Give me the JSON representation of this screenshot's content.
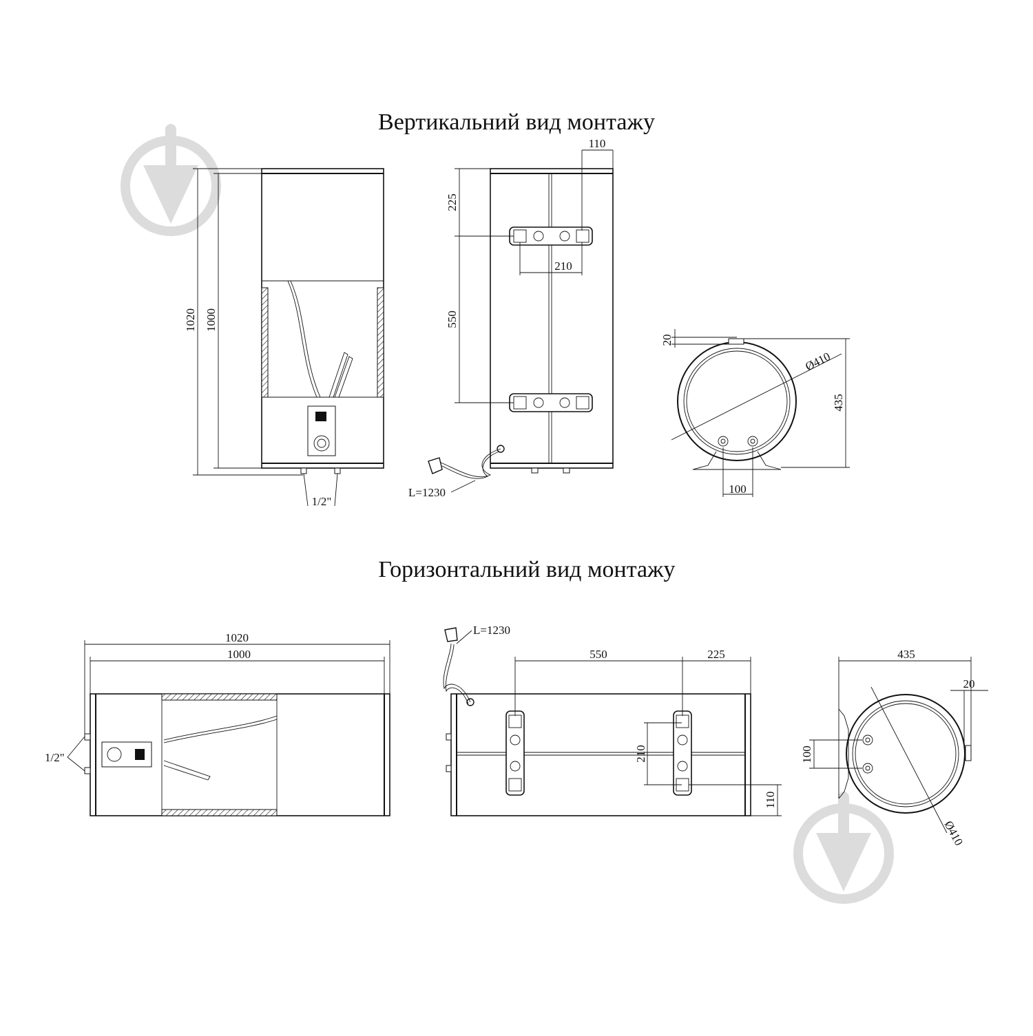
{
  "titles": {
    "vertical": "Вертикальний вид монтажу",
    "horizontal": "Горизонтальний вид монтажу"
  },
  "vertical": {
    "front": {
      "height_outer": "1020",
      "height_inner": "1000",
      "pipe": "1/2\""
    },
    "side": {
      "top_offset": "225",
      "bracket_spacing": "550",
      "bracket_width": "210",
      "bracket_depth": "110",
      "cable": "L=1230"
    },
    "top": {
      "collar": "20",
      "diameter": "Ø410",
      "depth": "435",
      "pipe_spacing": "100"
    }
  },
  "horizontal": {
    "front": {
      "width_outer": "1020",
      "width_inner": "1000",
      "pipe": "1/2\""
    },
    "back": {
      "cable": "L=1230",
      "bracket_spacing": "550",
      "side_offset": "225",
      "bracket_width": "210",
      "bracket_depth": "110"
    },
    "end": {
      "depth": "435",
      "collar": "20",
      "pipe_spacing": "100",
      "diameter": "Ø410"
    }
  },
  "colors": {
    "line": "#111111",
    "watermark": "#dcdcdc",
    "background": "#ffffff"
  }
}
